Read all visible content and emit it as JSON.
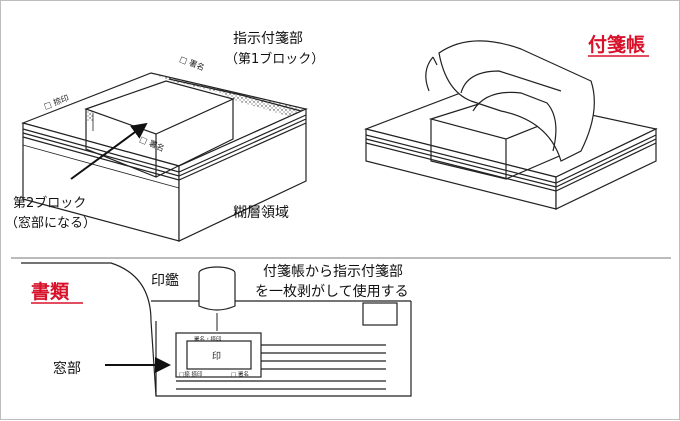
{
  "top_left": {
    "label_indicator_l1": "指示付箋部",
    "label_indicator_l2": "（第1ブロック）",
    "label_window_l1": "第2ブロック",
    "label_window_l2": "（窓部になる）",
    "label_glue": "糊層領域",
    "stamp_top_upper": "□ 署名",
    "stamp_top_lower": "□ 捺印",
    "stamp_inner": "□ 署名"
  },
  "top_right": {
    "title": "付箋帳"
  },
  "bottom": {
    "title": "書類",
    "label_seal": "印鑑",
    "label_instruction_l1": "付箋帳から指示付箋部",
    "label_instruction_l2": "を一枚剥がして使用する",
    "label_window": "窓部",
    "card_header": "署名・捺印",
    "card_seal": "印",
    "card_footer_left": "□捺 捺印",
    "card_footer_right": "□ 署名"
  },
  "colors": {
    "accent_red": "#d8122a",
    "line": "#222222",
    "stipple": "#555555"
  }
}
